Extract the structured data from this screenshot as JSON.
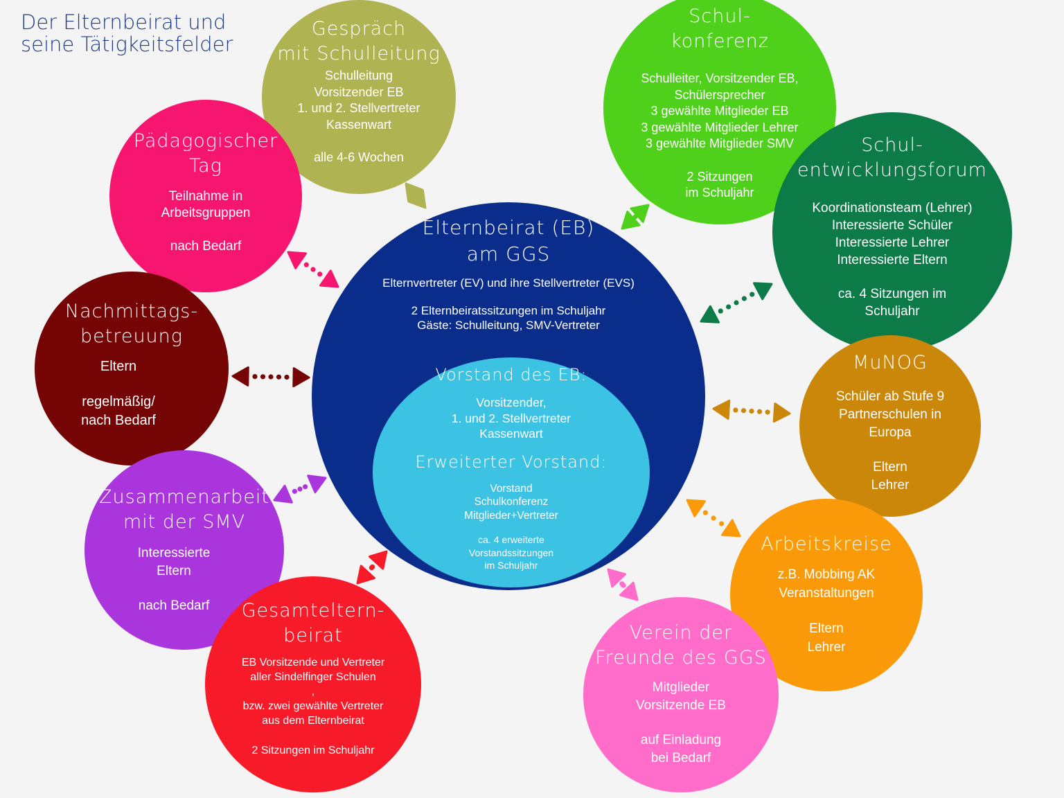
{
  "title": [
    "Der Elternbeirat und",
    "seine Tätigkeitsfelder"
  ],
  "colors": {
    "center": "#0a2d8c",
    "inner": "#3cc2e2",
    "gespraech": "#b0b352",
    "paedagogisch": "#f6166f",
    "nachmittag": "#750404",
    "smv": "#ab35dd",
    "gesamt": "#f71a28",
    "verein": "#ff6cc9",
    "arbeitskreise": "#fb9a09",
    "munog": "#cb8709",
    "entwicklung": "#0d7b48",
    "konferenz": "#4fd01a"
  },
  "center": {
    "heading": [
      "Elternbeirat (EB)",
      "am GGS"
    ],
    "line1": "Elternvertreter (EV) und ihre Stellvertreter (EVS)",
    "line2": "2 Elternbeiratssitzungen im Schuljahr",
    "line3": "Gäste: Schulleitung, SMV-Vertreter",
    "vorstand": {
      "heading": "Vorstand des EB:",
      "lines": [
        "Vorsitzender,",
        "1. und 2. Stellvertreter",
        "Kassenwart"
      ]
    },
    "erweitert": {
      "heading": "Erweiterter Vorstand:",
      "lines": [
        "Vorstand",
        "Schulkonferenz",
        "Mitglieder+Vertreter"
      ],
      "meeting": [
        "ca. 4 erweiterte",
        "Vorstandssitzungen",
        "im Schuljahr"
      ]
    }
  },
  "gespraech": {
    "heading": [
      "Gespräch",
      "mit Schulleitung"
    ],
    "lines": [
      "Schulleitung",
      "Vorsitzender EB",
      "1. und 2. Stellvertreter",
      "Kassenwart"
    ],
    "freq": [
      "alle 4-6 Wochen"
    ]
  },
  "paedagogisch": {
    "heading": [
      "Pädagogischer",
      "Tag"
    ],
    "lines": [
      "Teilnahme in",
      "Arbeitsgruppen"
    ],
    "freq": [
      "nach Bedarf"
    ]
  },
  "nachmittag": {
    "heading": [
      "Nachmittags-",
      "betreuung"
    ],
    "lines": [
      "Eltern"
    ],
    "freq": [
      "regelmäßig/",
      "nach Bedarf"
    ]
  },
  "smv": {
    "heading": [
      "Zusammenarbeit",
      "mit der SMV"
    ],
    "lines": [
      "Interessierte",
      "Eltern"
    ],
    "freq": [
      "nach Bedarf"
    ]
  },
  "gesamt": {
    "heading": [
      "Gesamteltern-",
      "beirat"
    ],
    "lines": [
      "EB Vorsitzende und Vertreter",
      "aller Sindelfinger Schulen",
      ",",
      "bzw. zwei gewählte Vertreter",
      "aus dem Elternbeirat"
    ],
    "freq": [
      "2 Sitzungen im Schuljahr"
    ]
  },
  "verein": {
    "heading": [
      "Verein der",
      "Freunde des GGS"
    ],
    "lines": [
      "Mitglieder",
      "Vorsitzende EB"
    ],
    "freq": [
      "auf Einladung",
      "bei Bedarf"
    ]
  },
  "arbeitskreise": {
    "heading": [
      "Arbeitskreise"
    ],
    "lines": [
      "z.B. Mobbing AK",
      "Veranstaltungen"
    ],
    "freq": [
      "Eltern",
      "Lehrer"
    ]
  },
  "munog": {
    "heading": [
      "MuNOG"
    ],
    "lines": [
      "Schüler ab Stufe 9",
      "Partnerschulen in",
      "Europa"
    ],
    "freq": [
      "Eltern",
      "Lehrer"
    ]
  },
  "entwicklung": {
    "heading": [
      "Schul-",
      "entwicklungsforum"
    ],
    "lines": [
      "Koordinationsteam (Lehrer)",
      "Interessierte Schüler",
      "Interessierte Lehrer",
      "Interessierte Eltern"
    ],
    "freq": [
      "ca. 4 Sitzungen im",
      "Schuljahr"
    ]
  },
  "konferenz": {
    "heading": [
      "Schul-",
      "konferenz"
    ],
    "lines": [
      "Schulleiter, Vorsitzender EB,",
      "Schülersprecher",
      "3 gewählte Mitglieder EB",
      "3 gewählte Mitglieder Lehrer",
      "3 gewählte Mitglieder SMV"
    ],
    "freq": [
      "2 Sitzungen",
      "im Schuljahr"
    ]
  }
}
